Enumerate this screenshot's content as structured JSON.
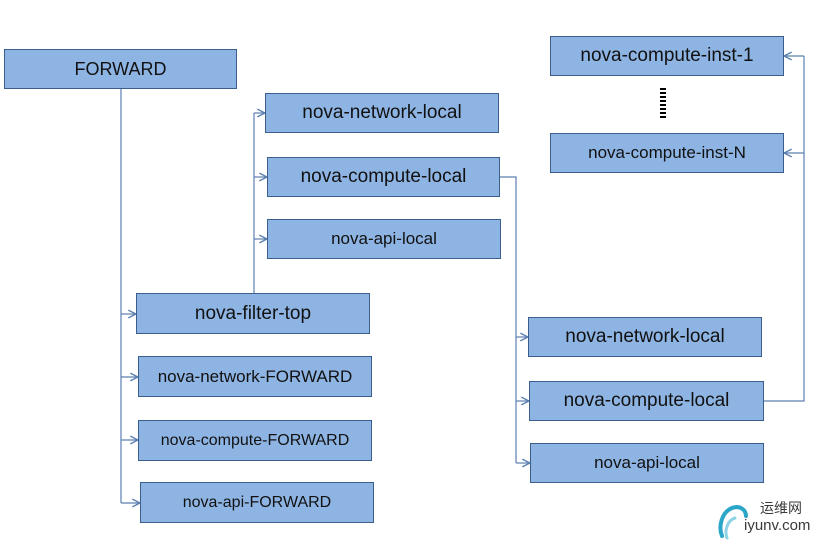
{
  "boxes": {
    "forward": "FORWARD",
    "nova_network_local_1": "nova-network-local",
    "nova_compute_local_1": "nova-compute-local",
    "nova_api_local_1": "nova-api-local",
    "nova_filter_top": "nova-filter-top",
    "nova_network_forward": "nova-network-FORWARD",
    "nova_compute_forward": "nova-compute-FORWARD",
    "nova_api_forward": "nova-api-FORWARD",
    "nova_compute_inst_1": "nova-compute-inst-1",
    "nova_compute_inst_n": "nova-compute-inst-N",
    "nova_network_local_2": "nova-network-local",
    "nova_compute_local_2": "nova-compute-local",
    "nova_api_local_2": "nova-api-local"
  },
  "watermark": {
    "cn": "运维网",
    "en": "iyunv.com"
  },
  "colors": {
    "box_fill": "#8eb4e3",
    "box_border": "#3a5f8c",
    "connector": "#5b7fb0"
  }
}
